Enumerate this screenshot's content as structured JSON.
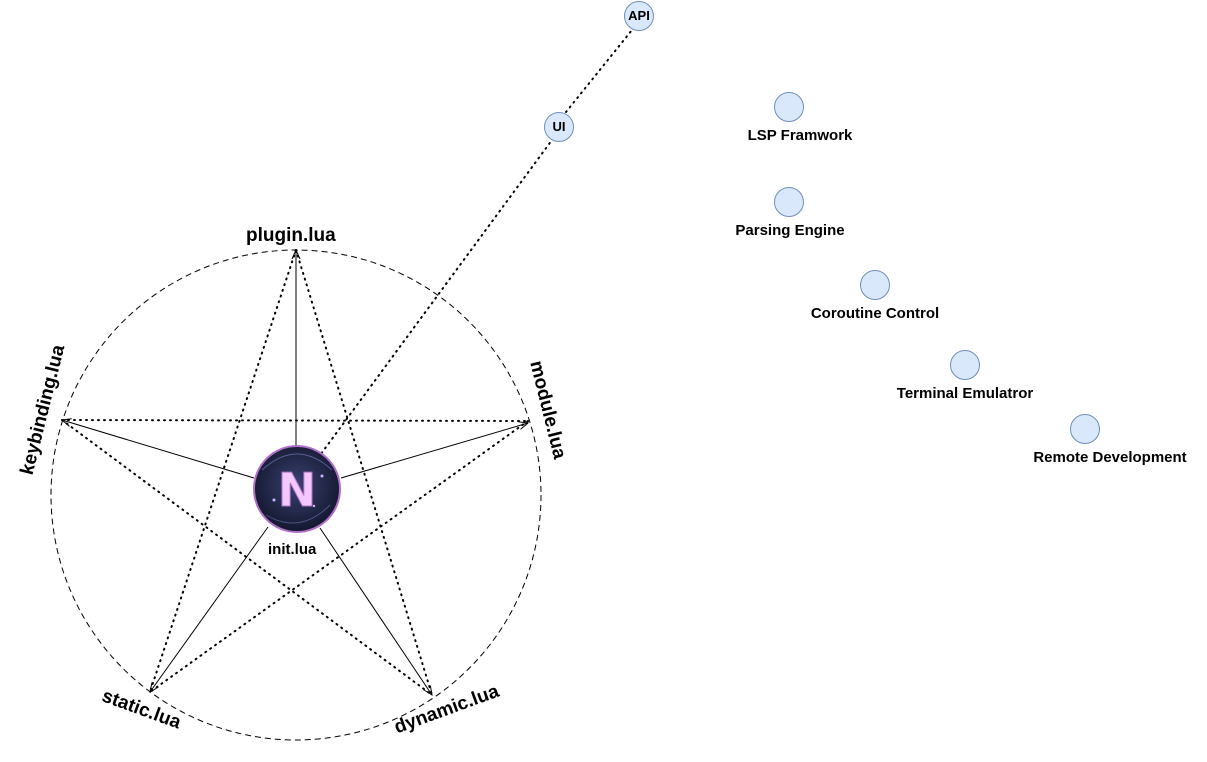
{
  "center": {
    "label": "init.lua",
    "logo_letter": "N"
  },
  "config_files": {
    "plugin": "plugin.lua",
    "module": "module.lua",
    "dynamic": "dynamic.lua",
    "static": "static.lua",
    "keybinding": "keybinding.lua"
  },
  "chain": {
    "ui": "UI",
    "api": "API"
  },
  "features": [
    "LSP Framwork",
    "Parsing Engine",
    "Coroutine Control",
    "Terminal Emulatror",
    "Remote Development"
  ],
  "colors": {
    "node_fill": "#dae8fc",
    "node_stroke": "#6c8ebf",
    "logo_bg": "#1b2140",
    "logo_ring": "#b06fc8",
    "logo_letter": "#f2c8ff"
  }
}
